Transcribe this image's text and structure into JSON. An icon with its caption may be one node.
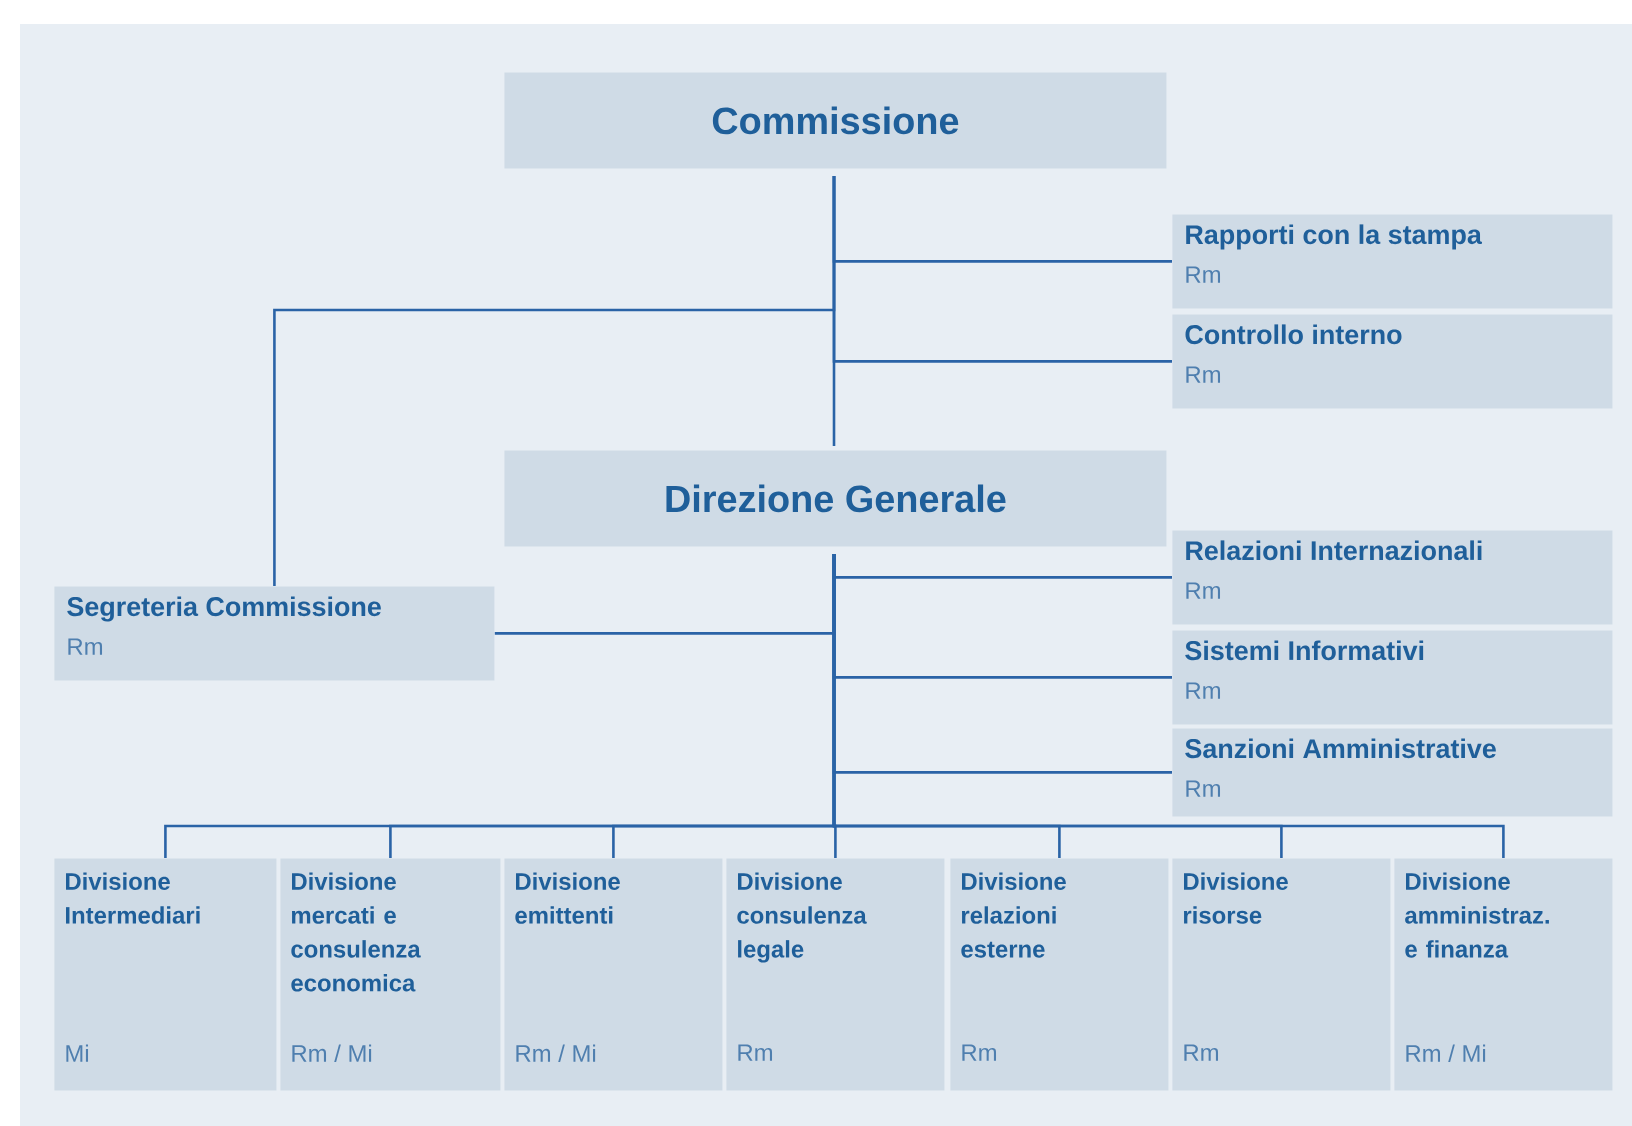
{
  "diagram": {
    "nodes": [
      {
        "text": [
          "Commissione"
        ]
      },
      {
        "text": [
          "Rapporti con la stampa",
          "Rm"
        ]
      },
      {
        "text": [
          "Controllo interno",
          "Rm"
        ]
      },
      {
        "text": [
          "Direzione Generale"
        ]
      },
      {
        "text": [
          "Segreteria Commissione",
          "Rm"
        ]
      },
      {
        "text": [
          "Relazioni Internazionali",
          "Rm"
        ]
      },
      {
        "text": [
          "Sistemi Informativi",
          "Rm"
        ]
      },
      {
        "text": [
          "Sanzioni Amministrative",
          "Rm"
        ]
      },
      {
        "text": [
          "Divisione Intermediari",
          "Mi"
        ]
      },
      {
        "text": [
          "Divisione mercati e consulenza economica",
          "Rm / Mi"
        ]
      },
      {
        "text": [
          "Divisione emittenti",
          "Rm / Mi"
        ]
      },
      {
        "text": [
          "Divisione consulenza legale",
          "Rm"
        ]
      },
      {
        "text": [
          "Divisione relazioni esterne",
          "Rm"
        ]
      },
      {
        "text": [
          "Divisione risorse",
          "Rm"
        ]
      },
      {
        "text": [
          "Divisione amministraz. e finanza",
          "Rm / Mi"
        ]
      }
    ],
    "edges": [
      {
        "from": 0,
        "to": 1,
        "arrow": "none"
      },
      {
        "from": 0,
        "to": 2,
        "arrow": "none"
      },
      {
        "from": 0,
        "to": 4,
        "arrow": "none"
      },
      {
        "from": 0,
        "to": 3,
        "arrow": "none"
      },
      {
        "from": 3,
        "to": 5,
        "arrow": "none"
      },
      {
        "from": 3,
        "to": 4,
        "arrow": "none"
      },
      {
        "from": 3,
        "to": 6,
        "arrow": "none"
      },
      {
        "from": 3,
        "to": 7,
        "arrow": "none"
      },
      {
        "from": 3,
        "to": 8,
        "arrow": "none"
      },
      {
        "from": 3,
        "to": 9,
        "arrow": "none"
      },
      {
        "from": 3,
        "to": 10,
        "arrow": "none"
      },
      {
        "from": 3,
        "to": 11,
        "arrow": "none"
      },
      {
        "from": 3,
        "to": 12,
        "arrow": "none"
      },
      {
        "from": 3,
        "to": 13,
        "arrow": "none"
      },
      {
        "from": 3,
        "to": 14,
        "arrow": "none"
      }
    ]
  }
}
